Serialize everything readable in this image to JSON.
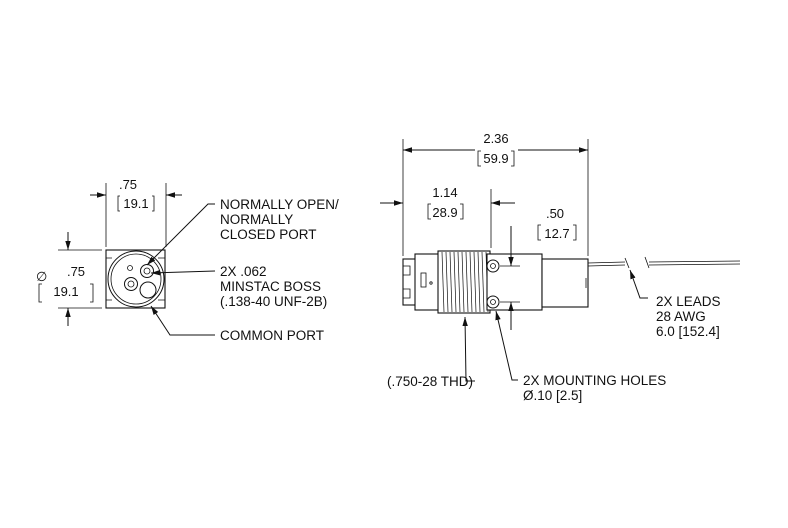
{
  "end_view": {
    "width_in": ".75",
    "width_mm": "19.1",
    "dia_symbol": "∅",
    "dia_in": ".75",
    "dia_mm": "19.1",
    "callout_no_nc": [
      "NORMALLY OPEN/",
      "NORMALLY",
      "CLOSED PORT"
    ],
    "callout_boss": [
      "2X .062",
      "MINSTAC BOSS",
      "(.138-40 UNF-2B)"
    ],
    "callout_common": "COMMON PORT"
  },
  "side_view": {
    "overall_in": "2.36",
    "overall_mm": "59.9",
    "thread_len_in": "1.14",
    "thread_len_mm": "28.9",
    "hole_spacing_in": ".50",
    "hole_spacing_mm": "12.7",
    "callout_leads": [
      "2X LEADS",
      "28 AWG",
      "6.0 [152.4]"
    ],
    "callout_thread": "(.750-28 THD)",
    "callout_holes": [
      "2X MOUNTING HOLES",
      "Ø.10 [2.5]"
    ]
  }
}
